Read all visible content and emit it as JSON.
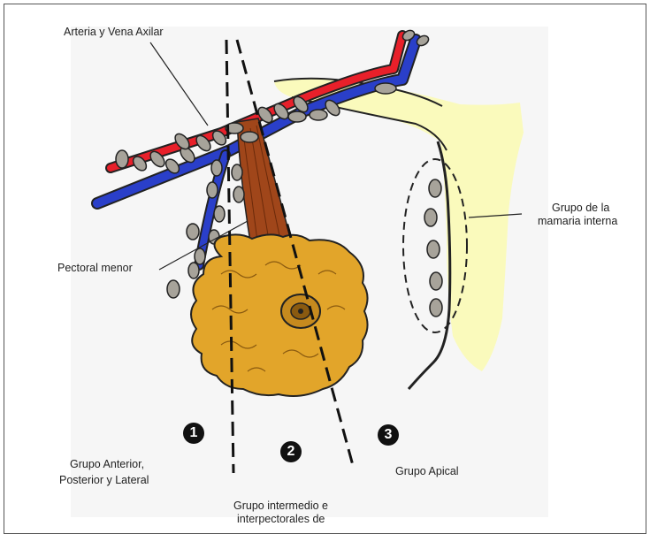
{
  "labels": {
    "axillary_vessels": "Arteria y Vena Axilar",
    "internal_mammary_1": "Grupo de la",
    "internal_mammary_2": "mamaria interna",
    "pectoralis_minor": "Pectoral menor",
    "group_anterior_1": "Grupo Anterior,",
    "group_anterior_2": "Posterior y Lateral",
    "group_intermediate_1": "Grupo intermedio e",
    "group_intermediate_2": "interpectorales de",
    "group_apical": "Grupo Apical"
  },
  "levels": [
    "1",
    "2",
    "3"
  ],
  "colors": {
    "artery": "#e8202a",
    "vein": "#2a3fc9",
    "node": "#a7a39a",
    "breast": "#e2a52a",
    "muscle": "#a0461a",
    "bone": "#fafabc"
  }
}
